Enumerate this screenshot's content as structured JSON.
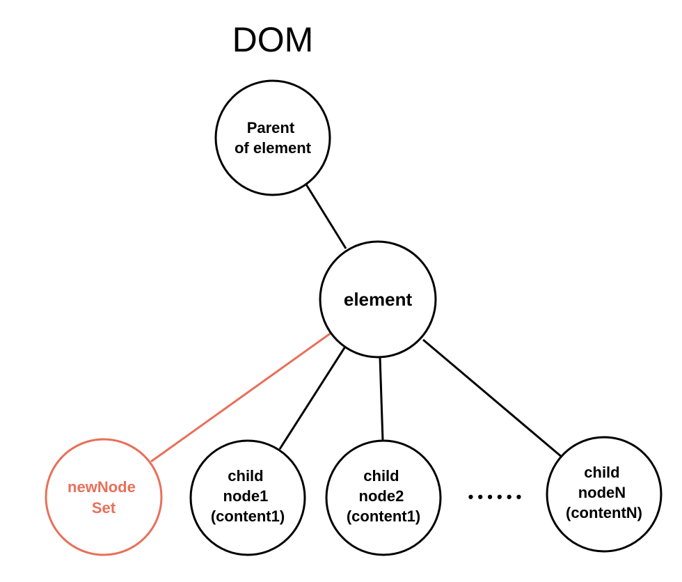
{
  "title": "DOM",
  "colors": {
    "line": "#000000",
    "highlight": "#e8705a",
    "node_fill": "#ffffff"
  },
  "nodes": {
    "parent": {
      "lines": [
        "Parent",
        "of element"
      ]
    },
    "element": {
      "lines": [
        "element"
      ]
    },
    "new_node": {
      "lines": [
        "newNode",
        "Set"
      ]
    },
    "child1": {
      "lines": [
        "child",
        "node1",
        "(content1)"
      ]
    },
    "child2": {
      "lines": [
        "child",
        "node2",
        "(content1)"
      ]
    },
    "childN": {
      "lines": [
        "child",
        "nodeN",
        "(contentN)"
      ]
    }
  },
  "ellipsis": "• • • • • •"
}
